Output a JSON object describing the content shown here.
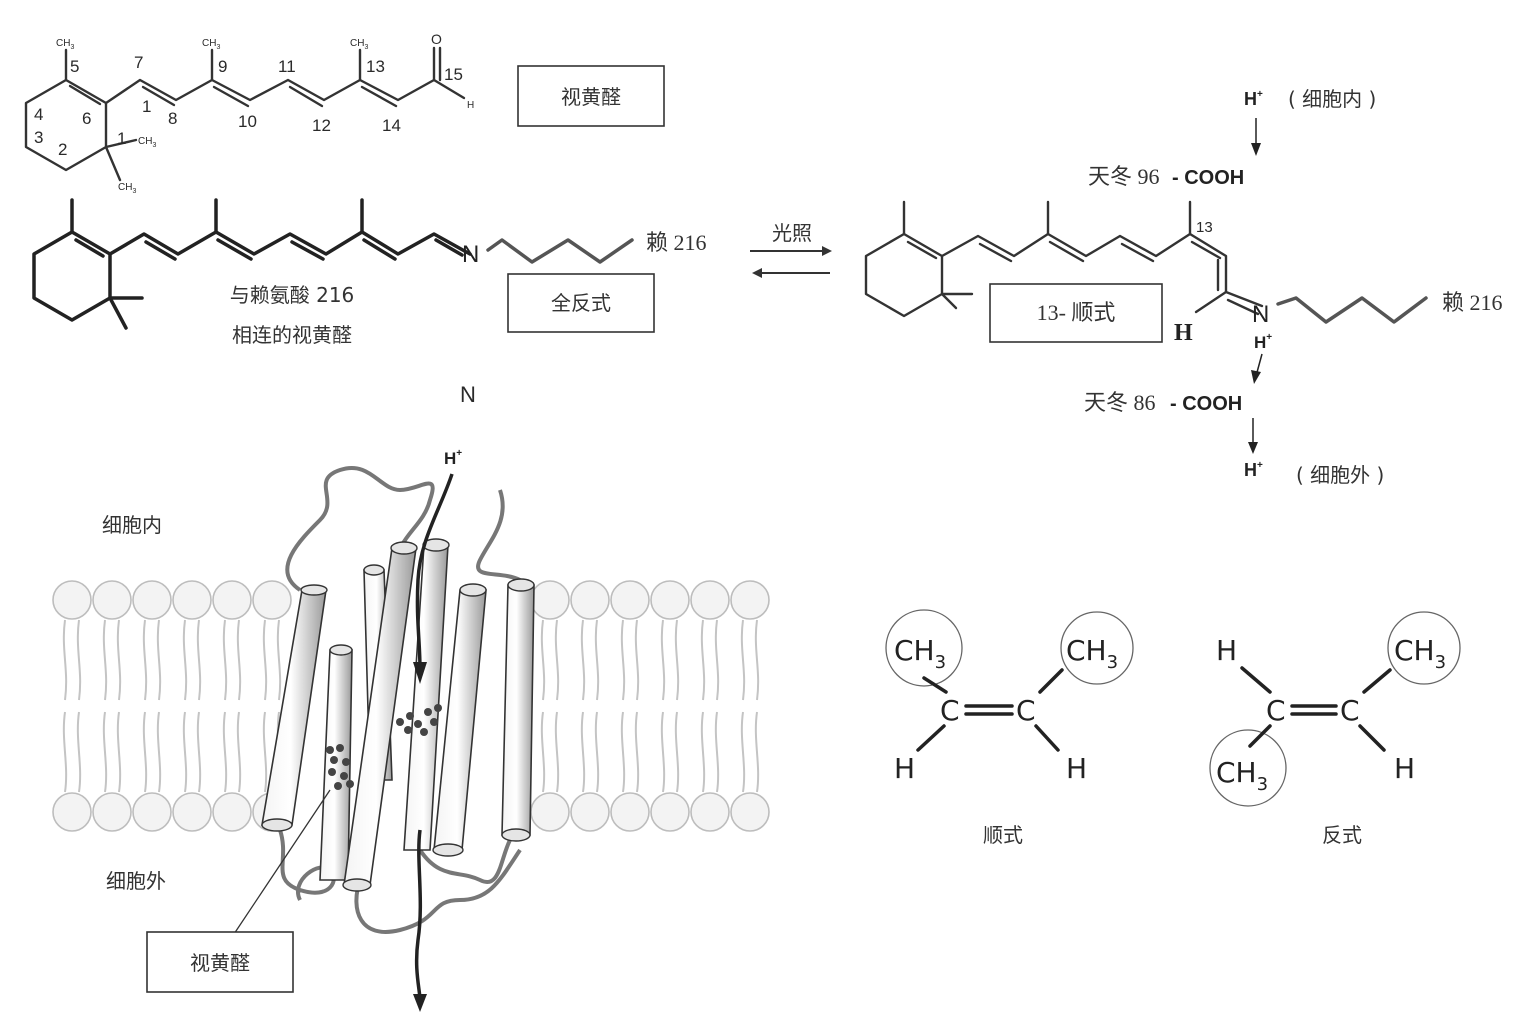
{
  "retinal": {
    "box_label": "视黄醛",
    "methyl_label": "CH3",
    "oxygen": "O",
    "aldehyde_h": "H",
    "carbon_numbers": [
      "1",
      "2",
      "3",
      "4",
      "5",
      "6",
      "7",
      "8",
      "9",
      "10",
      "11",
      "12",
      "13",
      "14",
      "15",
      "1"
    ]
  },
  "all_trans": {
    "lysine_label": "赖 216",
    "caption_line1": "与赖氨酸 216",
    "caption_line2": "相连的视黄醛",
    "box_label": "全反式",
    "n_label": "N"
  },
  "reaction": {
    "arrow_label": "光照"
  },
  "cis13": {
    "box_label": "13- 顺式",
    "position_label": "13",
    "lysine_label": "赖 216",
    "n_label": "N",
    "h_label": "H",
    "nh_proton": "H+",
    "proton_in": "H+",
    "proton_in_location": "( 细胞内 )",
    "asp96_name": "天冬 96",
    "asp96_group": "- COOH",
    "asp86_name": "天冬 86",
    "asp86_group": "- COOH",
    "proton_out": "H+",
    "proton_out_location": "( 细胞外 )"
  },
  "membrane": {
    "n_terminus": "N",
    "proton_label": "H+",
    "intracellular": "细胞内",
    "extracellular": "细胞外",
    "retinal_box": "视黄醛"
  },
  "isomers": {
    "cis": {
      "caption": "顺式",
      "left_top": "CH3",
      "right_top": "CH3",
      "left_bottom": "H",
      "right_bottom": "H",
      "carbon": "C"
    },
    "trans": {
      "caption": "反式",
      "left_top": "H",
      "right_top": "CH3",
      "left_bottom": "CH3",
      "right_bottom": "H",
      "carbon": "C"
    }
  }
}
